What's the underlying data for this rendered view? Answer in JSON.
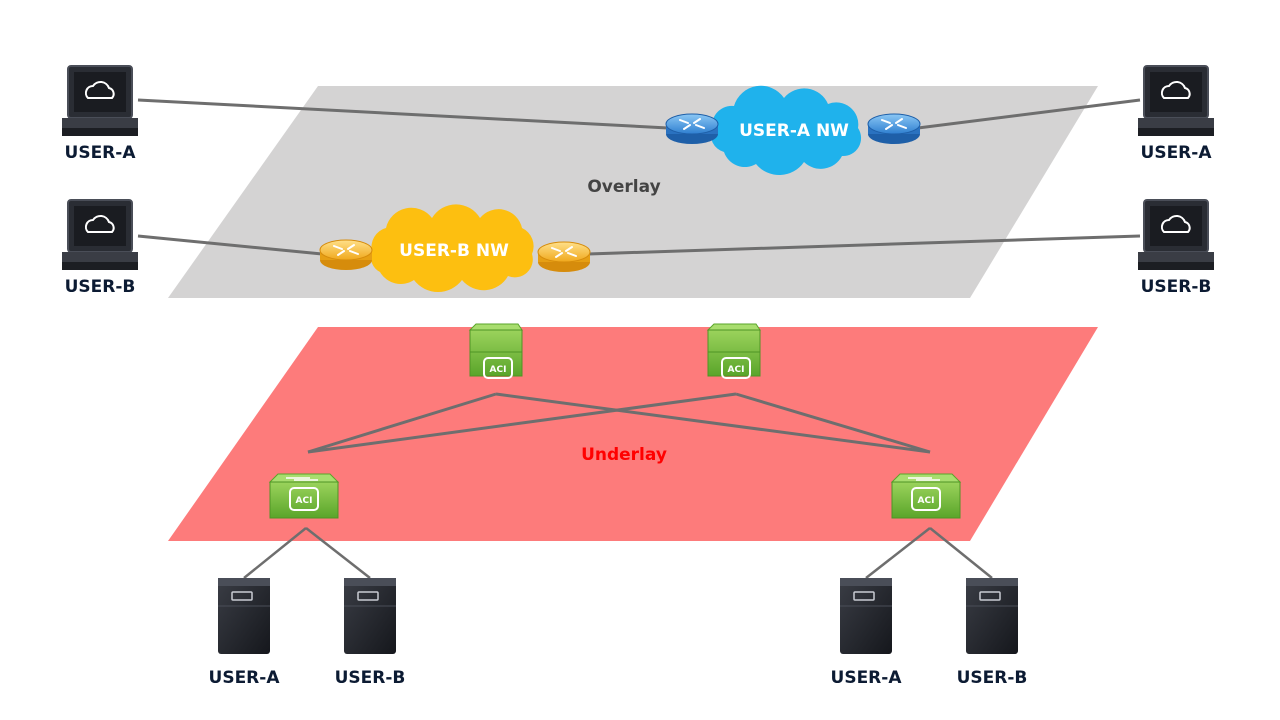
{
  "overlay": {
    "label": "Overlay",
    "fill": "#d4d3d3",
    "networks": {
      "a": {
        "label": "USER-A NW",
        "cloud_color": "#1fb2ec",
        "router_color": "#3b8fd9"
      },
      "b": {
        "label": "USER-B NW",
        "cloud_color": "#fdbf10",
        "router_color": "#f5b324"
      }
    },
    "clients": {
      "left_a": "USER-A",
      "left_b": "USER-B",
      "right_a": "USER-A",
      "right_b": "USER-B"
    }
  },
  "underlay": {
    "label": "Underlay",
    "label_color": "#ff0000",
    "fill": "#fd7b7b",
    "switch_badge": "ACI",
    "switch_color": "#7dc242"
  },
  "servers": {
    "left_a": "USER-A",
    "left_b": "USER-B",
    "right_a": "USER-A",
    "right_b": "USER-B"
  },
  "colors": {
    "link": "#6e6e6e",
    "device_dark": "#2a2d34",
    "text": "#0c1b33"
  }
}
